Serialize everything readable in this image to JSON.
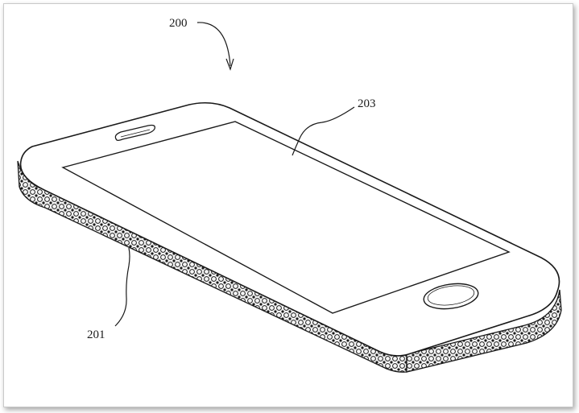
{
  "figure": {
    "labels": {
      "device": "200",
      "housing": "201",
      "display": "203"
    },
    "colors": {
      "line": "#1a1a1a",
      "background": "#ffffff",
      "frame_border": "#c9c9c9"
    },
    "components": [
      "phone-body",
      "perforated-side-housing",
      "display-screen",
      "speaker-slot",
      "home-button"
    ]
  }
}
